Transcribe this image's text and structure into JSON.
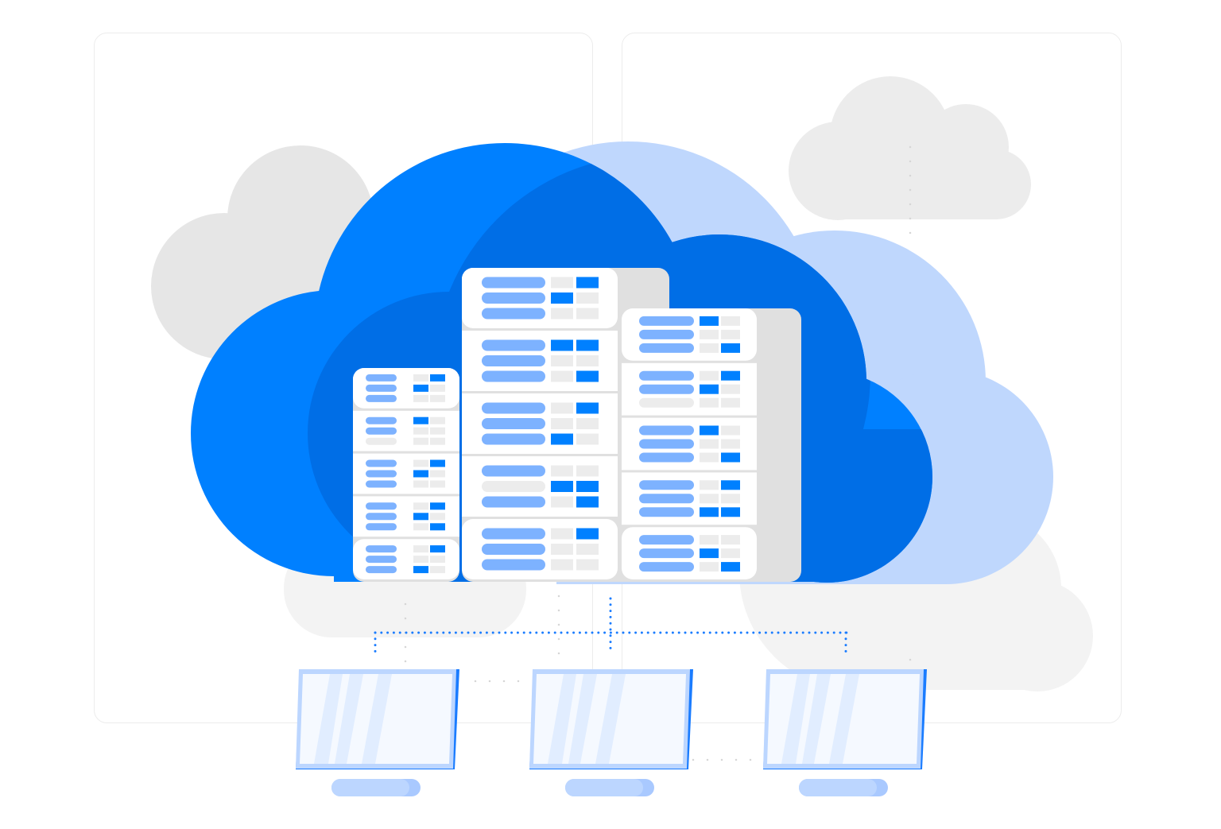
{
  "colors": {
    "background": "#ffffff",
    "panel_border": "#ececec",
    "gray_cloud": "#e6e6e6",
    "pale_cloud": "#f3f3f3",
    "light_blue_cloud": "#bfd7fd",
    "cloud_bright": "#0080ff",
    "cloud_dark": "#006ee6",
    "server_body": "#ffffff",
    "server_shadow": "#e0e0e0",
    "pill_on": "#7db2ff",
    "pill_off": "#ececec",
    "cell_on": "#0080ff",
    "cell_off": "#ececec",
    "connector_dots": "#1a7cff",
    "monitor_frame": "#bcd6ff",
    "monitor_screen": "#f5f9ff",
    "monitor_stripe": "#e1edff"
  },
  "server_racks": [
    {
      "name": "left-rack",
      "units": [
        {
          "pills": [
            1,
            1,
            1
          ],
          "cells": [
            [
              0,
              1
            ],
            [
              1,
              0
            ],
            [
              0,
              0
            ]
          ]
        },
        {
          "pills": [
            1,
            1,
            0
          ],
          "cells": [
            [
              1,
              0
            ],
            [
              0,
              0
            ],
            [
              0,
              0
            ]
          ]
        },
        {
          "pills": [
            1,
            1,
            1
          ],
          "cells": [
            [
              0,
              1
            ],
            [
              1,
              0
            ],
            [
              0,
              0
            ]
          ]
        },
        {
          "pills": [
            1,
            1,
            1
          ],
          "cells": [
            [
              0,
              1
            ],
            [
              1,
              0
            ],
            [
              0,
              1
            ]
          ]
        },
        {
          "pills": [
            1,
            1,
            1
          ],
          "cells": [
            [
              0,
              1
            ],
            [
              0,
              0
            ],
            [
              1,
              0
            ]
          ]
        }
      ]
    },
    {
      "name": "middle-rack",
      "units": [
        {
          "pills": [
            1,
            1,
            1
          ],
          "cells": [
            [
              0,
              1
            ],
            [
              1,
              0
            ],
            [
              0,
              0
            ]
          ]
        },
        {
          "pills": [
            1,
            1,
            1
          ],
          "cells": [
            [
              1,
              1
            ],
            [
              0,
              0
            ],
            [
              0,
              1
            ]
          ]
        },
        {
          "pills": [
            1,
            1,
            1
          ],
          "cells": [
            [
              0,
              1
            ],
            [
              0,
              0
            ],
            [
              1,
              0
            ]
          ]
        },
        {
          "pills": [
            1,
            0,
            1
          ],
          "cells": [
            [
              0,
              0
            ],
            [
              1,
              1
            ],
            [
              0,
              1
            ]
          ]
        },
        {
          "pills": [
            1,
            1,
            1
          ],
          "cells": [
            [
              0,
              1
            ],
            [
              0,
              0
            ],
            [
              0,
              0
            ]
          ]
        }
      ]
    },
    {
      "name": "right-rack",
      "units": [
        {
          "pills": [
            1,
            1,
            1
          ],
          "cells": [
            [
              1,
              0
            ],
            [
              0,
              0
            ],
            [
              0,
              1
            ]
          ]
        },
        {
          "pills": [
            1,
            1,
            0
          ],
          "cells": [
            [
              0,
              1
            ],
            [
              1,
              0
            ],
            [
              0,
              0
            ]
          ]
        },
        {
          "pills": [
            1,
            1,
            1
          ],
          "cells": [
            [
              1,
              0
            ],
            [
              0,
              0
            ],
            [
              0,
              1
            ]
          ]
        },
        {
          "pills": [
            1,
            1,
            1
          ],
          "cells": [
            [
              0,
              1
            ],
            [
              0,
              0
            ],
            [
              1,
              1
            ]
          ]
        },
        {
          "pills": [
            1,
            1,
            1
          ],
          "cells": [
            [
              0,
              0
            ],
            [
              1,
              0
            ],
            [
              0,
              1
            ]
          ]
        }
      ]
    }
  ],
  "client_monitors": [
    {
      "name": "monitor-left"
    },
    {
      "name": "monitor-center"
    },
    {
      "name": "monitor-right"
    }
  ]
}
